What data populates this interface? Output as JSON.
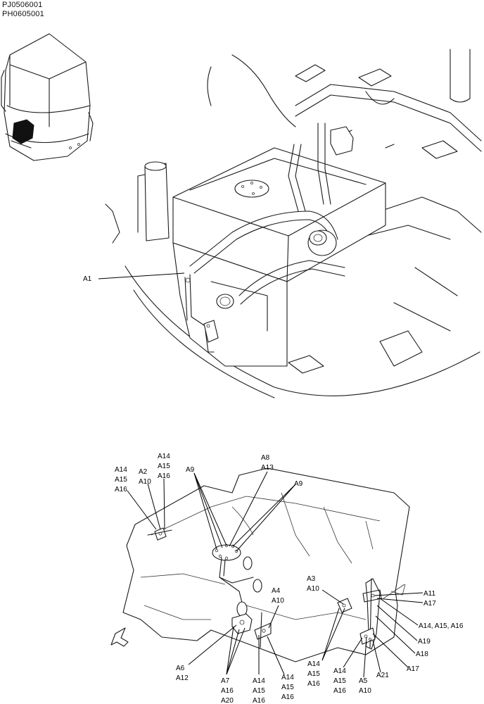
{
  "drawing_codes": [
    "PJ0506001",
    "PH0605001"
  ],
  "top_callout": "A1",
  "labels": {
    "left_top": [
      "A14",
      "A15",
      "A16"
    ],
    "a2_group": [
      "A2",
      "A10"
    ],
    "mid_top": [
      "A14",
      "A15",
      "A16"
    ],
    "a9_left": "A9",
    "a8_group": [
      "A8",
      "A13"
    ],
    "a9_right": "A9",
    "a4_group": [
      "A4",
      "A10"
    ],
    "a3_group": [
      "A3",
      "A10"
    ],
    "a11": "A11",
    "a17_top": "A17",
    "a14_15_16": "A14, A15, A16",
    "a19": "A19",
    "a18": "A18",
    "a17_bottom": "A17",
    "a21": "A21",
    "a6_group": [
      "A6",
      "A12"
    ],
    "a7_group": [
      "A7",
      "A16",
      "A20"
    ],
    "b_14_a": [
      "A14",
      "A15",
      "A16"
    ],
    "b_14_b": [
      "A14",
      "A15",
      "A16"
    ],
    "b_14_c": [
      "A14",
      "A15",
      "A16"
    ],
    "b_14_d": [
      "A14",
      "A15",
      "A16"
    ],
    "a5_group": [
      "A5",
      "A10"
    ]
  }
}
